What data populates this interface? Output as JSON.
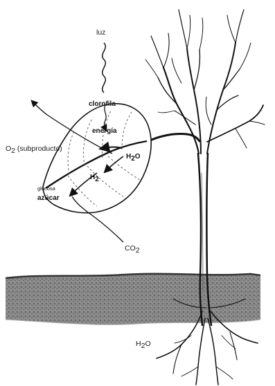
{
  "labels": {
    "light": "luz",
    "chlorophyll": "clorofila",
    "energy": "energía",
    "oxygen_main": "O",
    "oxygen_sub": "2",
    "oxygen_note": " (subproducto)",
    "water_leaf_main": "H",
    "water_leaf_sub": "2",
    "water_leaf_tail": "O",
    "hydrogen_main": "H",
    "hydrogen_sub": "2",
    "sugar": "azúcar",
    "sugar_small": "glucosa",
    "co2_main": "CO",
    "co2_sub": "2",
    "water_root_main": "H",
    "water_root_sub": "2",
    "water_root_tail": "O"
  },
  "colors": {
    "ink": "#111111",
    "background": "#ffffff",
    "soil": "#6e6e6e"
  }
}
